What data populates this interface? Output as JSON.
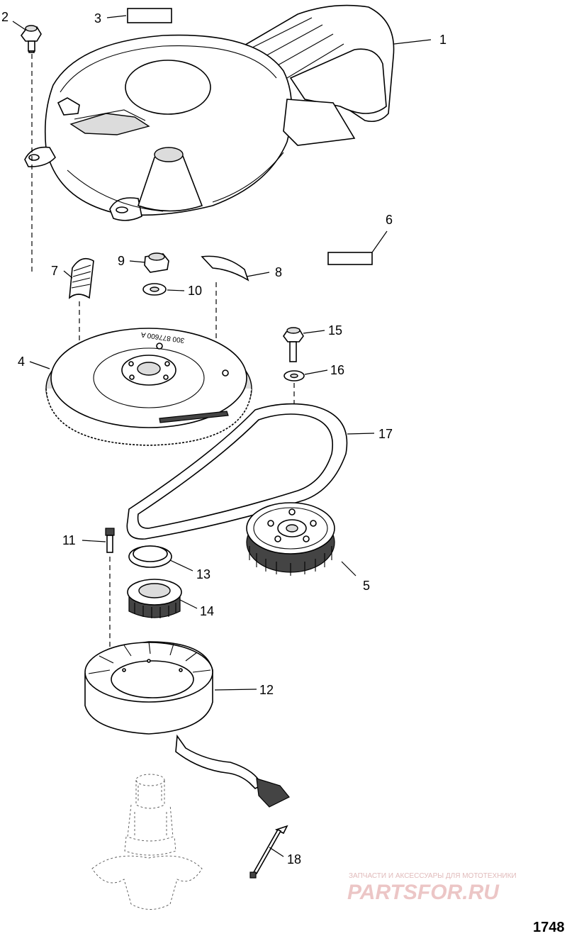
{
  "callouts": [
    "1",
    "2",
    "3",
    "4",
    "5",
    "6",
    "7",
    "8",
    "9",
    "10",
    "11",
    "12",
    "13",
    "14",
    "15",
    "16",
    "17",
    "18"
  ],
  "figure_number": "1748",
  "watermark": {
    "tagline": "ЗАПЧАСТИ И АКСЕССУАРЫ ДЛЯ МОТОТЕХНИКИ",
    "brand": "PARTSFOR.RU"
  },
  "flywheel_marking": "300 877600 A",
  "colors": {
    "line": "#000000",
    "fill": "#ffffff",
    "shade": "#dcdcdc",
    "watermark": "#e8b8b8"
  }
}
